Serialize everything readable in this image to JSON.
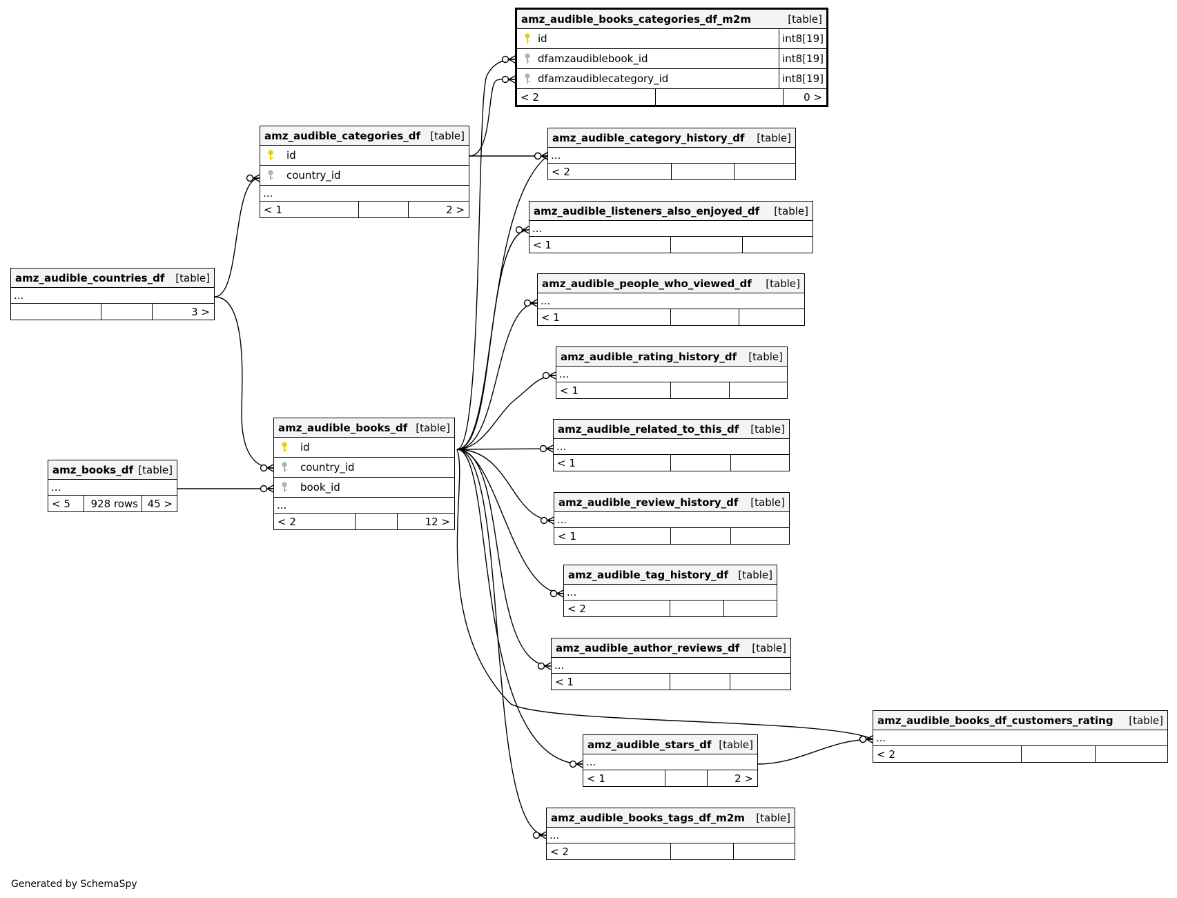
{
  "diagram": {
    "generator_text": "Generated by SchemaSpy",
    "tables": [
      {
        "id": "m2m",
        "name": "amz_audible_books_categories_df_m2m",
        "kind": "[table]",
        "focus": true,
        "columns": [
          {
            "name": "id",
            "type": "int8[19]",
            "key": "primary"
          },
          {
            "name": "dfamzaudiblebook_id",
            "type": "int8[19]",
            "key": "foreign"
          },
          {
            "name": "dfamzaudiblecategory_id",
            "type": "int8[19]",
            "key": "foreign"
          }
        ],
        "more": "",
        "footer": [
          "< 2",
          "",
          "0 >"
        ]
      },
      {
        "id": "categories",
        "name": "amz_audible_categories_df",
        "kind": "[table]",
        "columns": [
          {
            "name": "id",
            "type": "",
            "key": "primary"
          },
          {
            "name": "country_id",
            "type": "",
            "key": "foreign"
          }
        ],
        "more": "...",
        "footer": [
          "< 1",
          "",
          "2 >"
        ]
      },
      {
        "id": "countries",
        "name": "amz_audible_countries_df",
        "kind": "[table]",
        "columns": [],
        "more": "...",
        "footer": [
          "",
          "",
          "3 >"
        ]
      },
      {
        "id": "books",
        "name": "amz_audible_books_df",
        "kind": "[table]",
        "columns": [
          {
            "name": "id",
            "type": "",
            "key": "primary"
          },
          {
            "name": "country_id",
            "type": "",
            "key": "foreign"
          },
          {
            "name": "book_id",
            "type": "",
            "key": "foreign"
          }
        ],
        "more": "...",
        "footer": [
          "< 2",
          "",
          "12 >"
        ]
      },
      {
        "id": "amzbooks",
        "name": "amz_books_df",
        "kind": "[table]",
        "columns": [],
        "more": "...",
        "footer": [
          "< 5",
          "928 rows",
          "45 >"
        ]
      },
      {
        "id": "cathist",
        "name": "amz_audible_category_history_df",
        "kind": "[table]",
        "columns": [],
        "more": "...",
        "footer": [
          "< 2",
          "",
          ""
        ]
      },
      {
        "id": "listeners",
        "name": "amz_audible_listeners_also_enjoyed_df",
        "kind": "[table]",
        "columns": [],
        "more": "...",
        "footer": [
          "< 1",
          "",
          ""
        ]
      },
      {
        "id": "people",
        "name": "amz_audible_people_who_viewed_df",
        "kind": "[table]",
        "columns": [],
        "more": "...",
        "footer": [
          "< 1",
          "",
          ""
        ]
      },
      {
        "id": "rating",
        "name": "amz_audible_rating_history_df",
        "kind": "[table]",
        "columns": [],
        "more": "...",
        "footer": [
          "< 1",
          "",
          ""
        ]
      },
      {
        "id": "related",
        "name": "amz_audible_related_to_this_df",
        "kind": "[table]",
        "columns": [],
        "more": "...",
        "footer": [
          "< 1",
          "",
          ""
        ]
      },
      {
        "id": "review",
        "name": "amz_audible_review_history_df",
        "kind": "[table]",
        "columns": [],
        "more": "...",
        "footer": [
          "< 1",
          "",
          ""
        ]
      },
      {
        "id": "tag",
        "name": "amz_audible_tag_history_df",
        "kind": "[table]",
        "columns": [],
        "more": "...",
        "footer": [
          "< 2",
          "",
          ""
        ]
      },
      {
        "id": "author",
        "name": "amz_audible_author_reviews_df",
        "kind": "[table]",
        "columns": [],
        "more": "...",
        "footer": [
          "< 1",
          "",
          ""
        ]
      },
      {
        "id": "custrating",
        "name": "amz_audible_books_df_customers_rating",
        "kind": "[table]",
        "columns": [],
        "more": "...",
        "footer": [
          "< 2",
          "",
          ""
        ]
      },
      {
        "id": "stars",
        "name": "amz_audible_stars_df",
        "kind": "[table]",
        "columns": [],
        "more": "...",
        "footer": [
          "< 1",
          "",
          "2 >"
        ]
      },
      {
        "id": "tags",
        "name": "amz_audible_books_tags_df_m2m",
        "kind": "[table]",
        "columns": [],
        "more": "...",
        "footer": [
          "< 2",
          "",
          ""
        ]
      }
    ],
    "relationships": [
      {
        "from": "books.id",
        "to": "m2m.dfamzaudiblebook_id"
      },
      {
        "from": "categories.id",
        "to": "m2m.dfamzaudiblecategory_id"
      },
      {
        "from": "categories.id",
        "to": "cathist"
      },
      {
        "from": "countries",
        "to": "categories.country_id"
      },
      {
        "from": "countries",
        "to": "books.country_id"
      },
      {
        "from": "amzbooks",
        "to": "books.book_id"
      },
      {
        "from": "books.id",
        "to": "cathist"
      },
      {
        "from": "books.id",
        "to": "listeners"
      },
      {
        "from": "books.id",
        "to": "people"
      },
      {
        "from": "books.id",
        "to": "rating"
      },
      {
        "from": "books.id",
        "to": "related"
      },
      {
        "from": "books.id",
        "to": "review"
      },
      {
        "from": "books.id",
        "to": "tag"
      },
      {
        "from": "books.id",
        "to": "author"
      },
      {
        "from": "books.id",
        "to": "custrating"
      },
      {
        "from": "books.id",
        "to": "stars"
      },
      {
        "from": "books.id",
        "to": "tags"
      },
      {
        "from": "stars",
        "to": "custrating"
      }
    ]
  }
}
